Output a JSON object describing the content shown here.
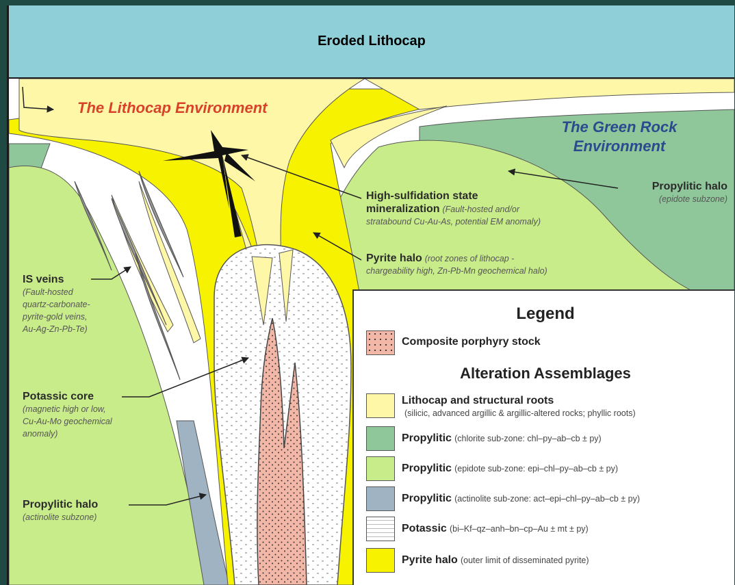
{
  "banner": {
    "title": "Eroded Lithocap"
  },
  "environments": {
    "lithocap": "The Lithocap Environment",
    "green_rock_line1": "The Green Rock",
    "green_rock_line2": "Environment"
  },
  "callouts": {
    "high_sulfidation": {
      "heading_line1": "High-sulfidation state",
      "heading_line2": "mineralization",
      "detail_line1": "(Fault-hosted and/or",
      "detail_line2": "stratabound Cu-Au-As, potential EM anomaly)"
    },
    "pyrite_halo": {
      "heading": "Pyrite halo",
      "detail_line1": "(root zones of lithocap -",
      "detail_line2": "chargeability high, Zn-Pb-Mn geochemical halo)"
    },
    "propylitic_epidote": {
      "heading": "Propylitic halo",
      "detail": "(epidote subzone)"
    },
    "is_veins": {
      "heading": "IS veins",
      "detail": [
        "(Fault-hosted",
        "quartz-carbonate-",
        "pyrite-gold veins,",
        "Au-Ag-Zn-Pb-Te)"
      ]
    },
    "potassic_core": {
      "heading": "Potassic core",
      "detail": [
        "(magnetic high or low,",
        "Cu-Au-Mo geochemical",
        "anomaly)"
      ]
    },
    "propylitic_actinolite": {
      "heading": "Propylitic halo",
      "detail": "(actinolite subzone)"
    }
  },
  "legend": {
    "title": "Legend",
    "composite": "Composite porphyry stock",
    "subtitle": "Alteration Assemblages",
    "items": [
      {
        "bold": "Lithocap and structural roots",
        "note": "(silicic, advanced argillic & argillic-altered rocks; phyllic roots)",
        "color": "#fff7a8"
      },
      {
        "bold": "Propylitic",
        "note": "(chlorite sub-zone: chl–py–ab–cb ± py)",
        "color": "#8fc79a"
      },
      {
        "bold": "Propylitic",
        "note": "(epidote sub-zone: epi–chl–py–ab–cb ± py)",
        "color": "#c8ec8a"
      },
      {
        "bold": "Propylitic",
        "note": "(actinolite sub-zone: act–epi–chl–py–ab–cb ± py)",
        "color": "#9fb3c2"
      },
      {
        "bold": "Potassic",
        "note": "(bi–Kf–qz–anh–bn–cp–Au ± mt ± py)",
        "color": "#ffffff"
      },
      {
        "bold": "Pyrite halo",
        "note": "(outer limit of disseminated pyrite)",
        "color": "#f7f200"
      }
    ]
  }
}
